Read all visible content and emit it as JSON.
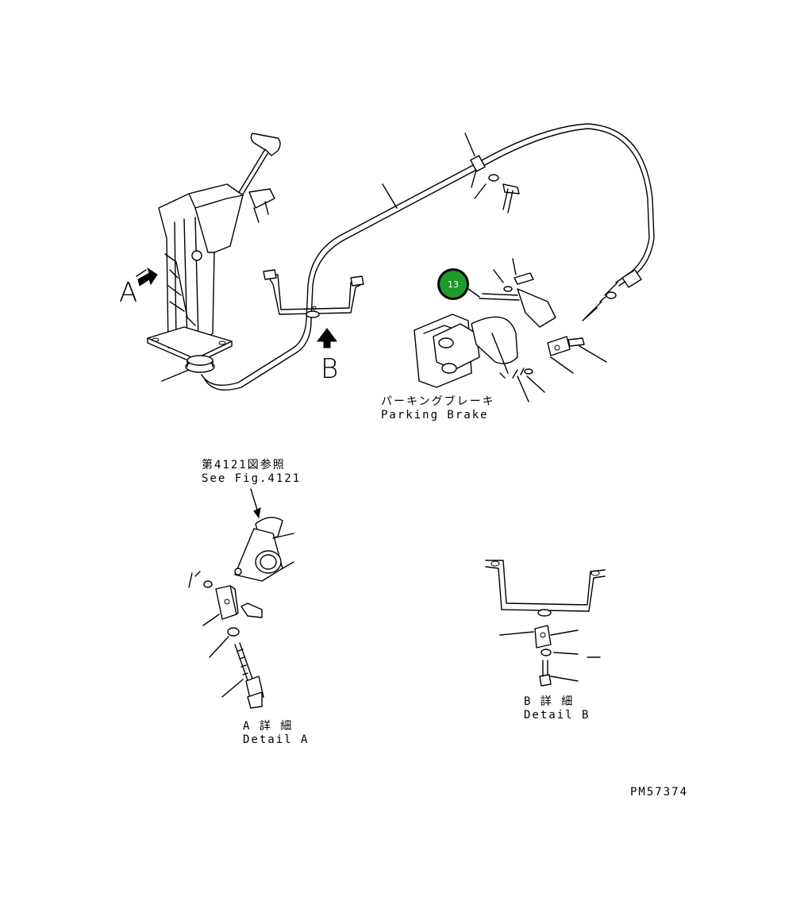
{
  "view_labels": {
    "a": "A",
    "b": "B"
  },
  "parking_brake": {
    "jp": "パーキングブレーキ",
    "en": "Parking Brake"
  },
  "see_fig": {
    "jp": "第4121図参照",
    "en": "See Fig.4121"
  },
  "detail_a": {
    "jp": "A 詳 細",
    "en": "Detail A"
  },
  "detail_b": {
    "jp": "B 詳 細",
    "en": "Detail B"
  },
  "callout": {
    "number": "13",
    "color": "#1f9a2c"
  },
  "drawing_id": "PM57374"
}
